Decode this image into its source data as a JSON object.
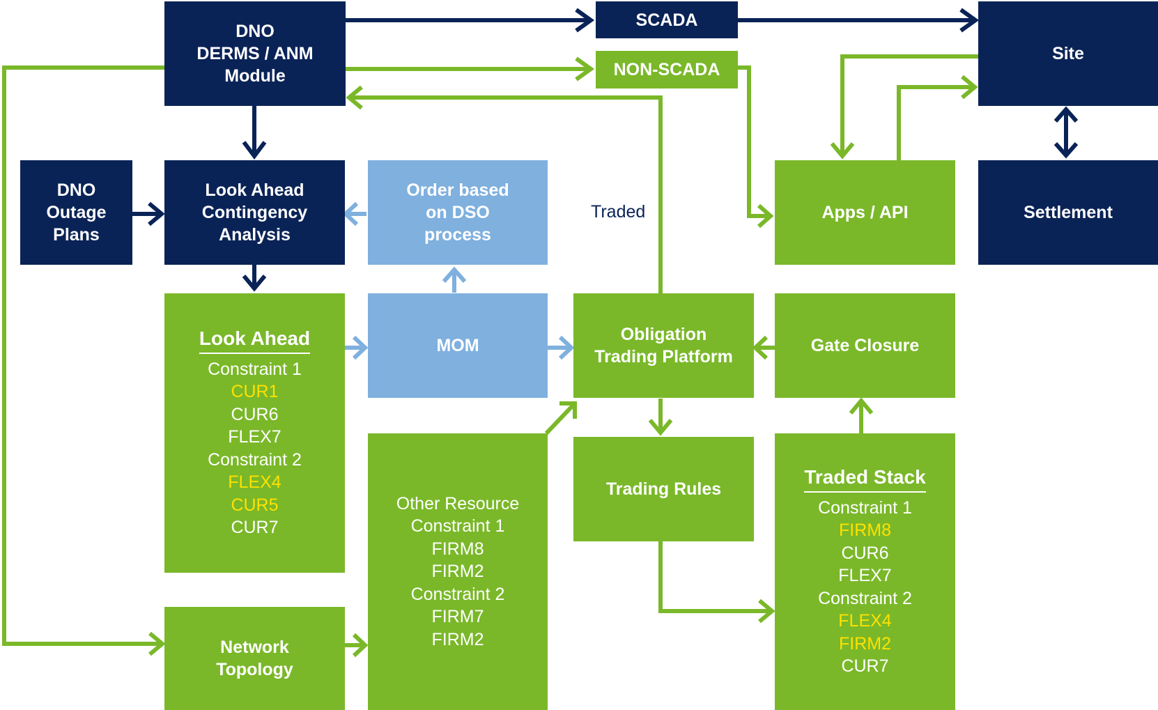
{
  "colors": {
    "navy": "#0a2357",
    "green": "#7ab829",
    "light_blue": "#7fb0de",
    "highlight": "#ffe100",
    "text": "#ffffff"
  },
  "nodes": {
    "dno_derms": {
      "lines": [
        "DNO",
        "DERMS / ANM",
        "Module"
      ]
    },
    "scada": {
      "lines": [
        "SCADA"
      ]
    },
    "non_scada": {
      "lines": [
        "NON-SCADA"
      ]
    },
    "site": {
      "lines": [
        "Site"
      ]
    },
    "dno_outage": {
      "lines": [
        "DNO",
        "Outage",
        "Plans"
      ]
    },
    "look_ahead_contingency": {
      "lines": [
        "Look Ahead",
        "Contingency",
        "Analysis"
      ]
    },
    "order_based": {
      "lines": [
        "Order based",
        "on DSO",
        "process"
      ]
    },
    "apps_api": {
      "lines": [
        "Apps / API"
      ]
    },
    "settlement": {
      "lines": [
        "Settlement"
      ]
    },
    "mom": {
      "lines": [
        "MOM"
      ]
    },
    "obligation_trading": {
      "lines": [
        "Obligation",
        "Trading Platform"
      ]
    },
    "gate_closure": {
      "lines": [
        "Gate Closure"
      ]
    },
    "trading_rules": {
      "lines": [
        "Trading Rules"
      ]
    },
    "network_topology": {
      "lines": [
        "Network",
        "Topology"
      ]
    }
  },
  "look_ahead_list": {
    "heading": "Look Ahead",
    "items": [
      "Constraint 1",
      "CUR1",
      "CUR6",
      "FLEX7",
      "Constraint 2",
      "FLEX4",
      "CUR5",
      "CUR7"
    ],
    "highlighted": [
      false,
      true,
      false,
      false,
      false,
      true,
      true,
      false
    ]
  },
  "other_resource_list": {
    "items": [
      "Other Resource",
      "Constraint 1",
      "FIRM8",
      "FIRM2",
      "Constraint 2",
      "FIRM7",
      "FIRM2"
    ]
  },
  "traded_stack_list": {
    "heading": "Traded Stack",
    "items": [
      "Constraint 1",
      "FIRM8",
      "CUR6",
      "FLEX7",
      "Constraint 2",
      "FLEX4",
      "FIRM2",
      "CUR7"
    ],
    "highlighted": [
      false,
      true,
      false,
      false,
      false,
      true,
      true,
      false
    ]
  },
  "labels": {
    "traded": "Traded"
  }
}
